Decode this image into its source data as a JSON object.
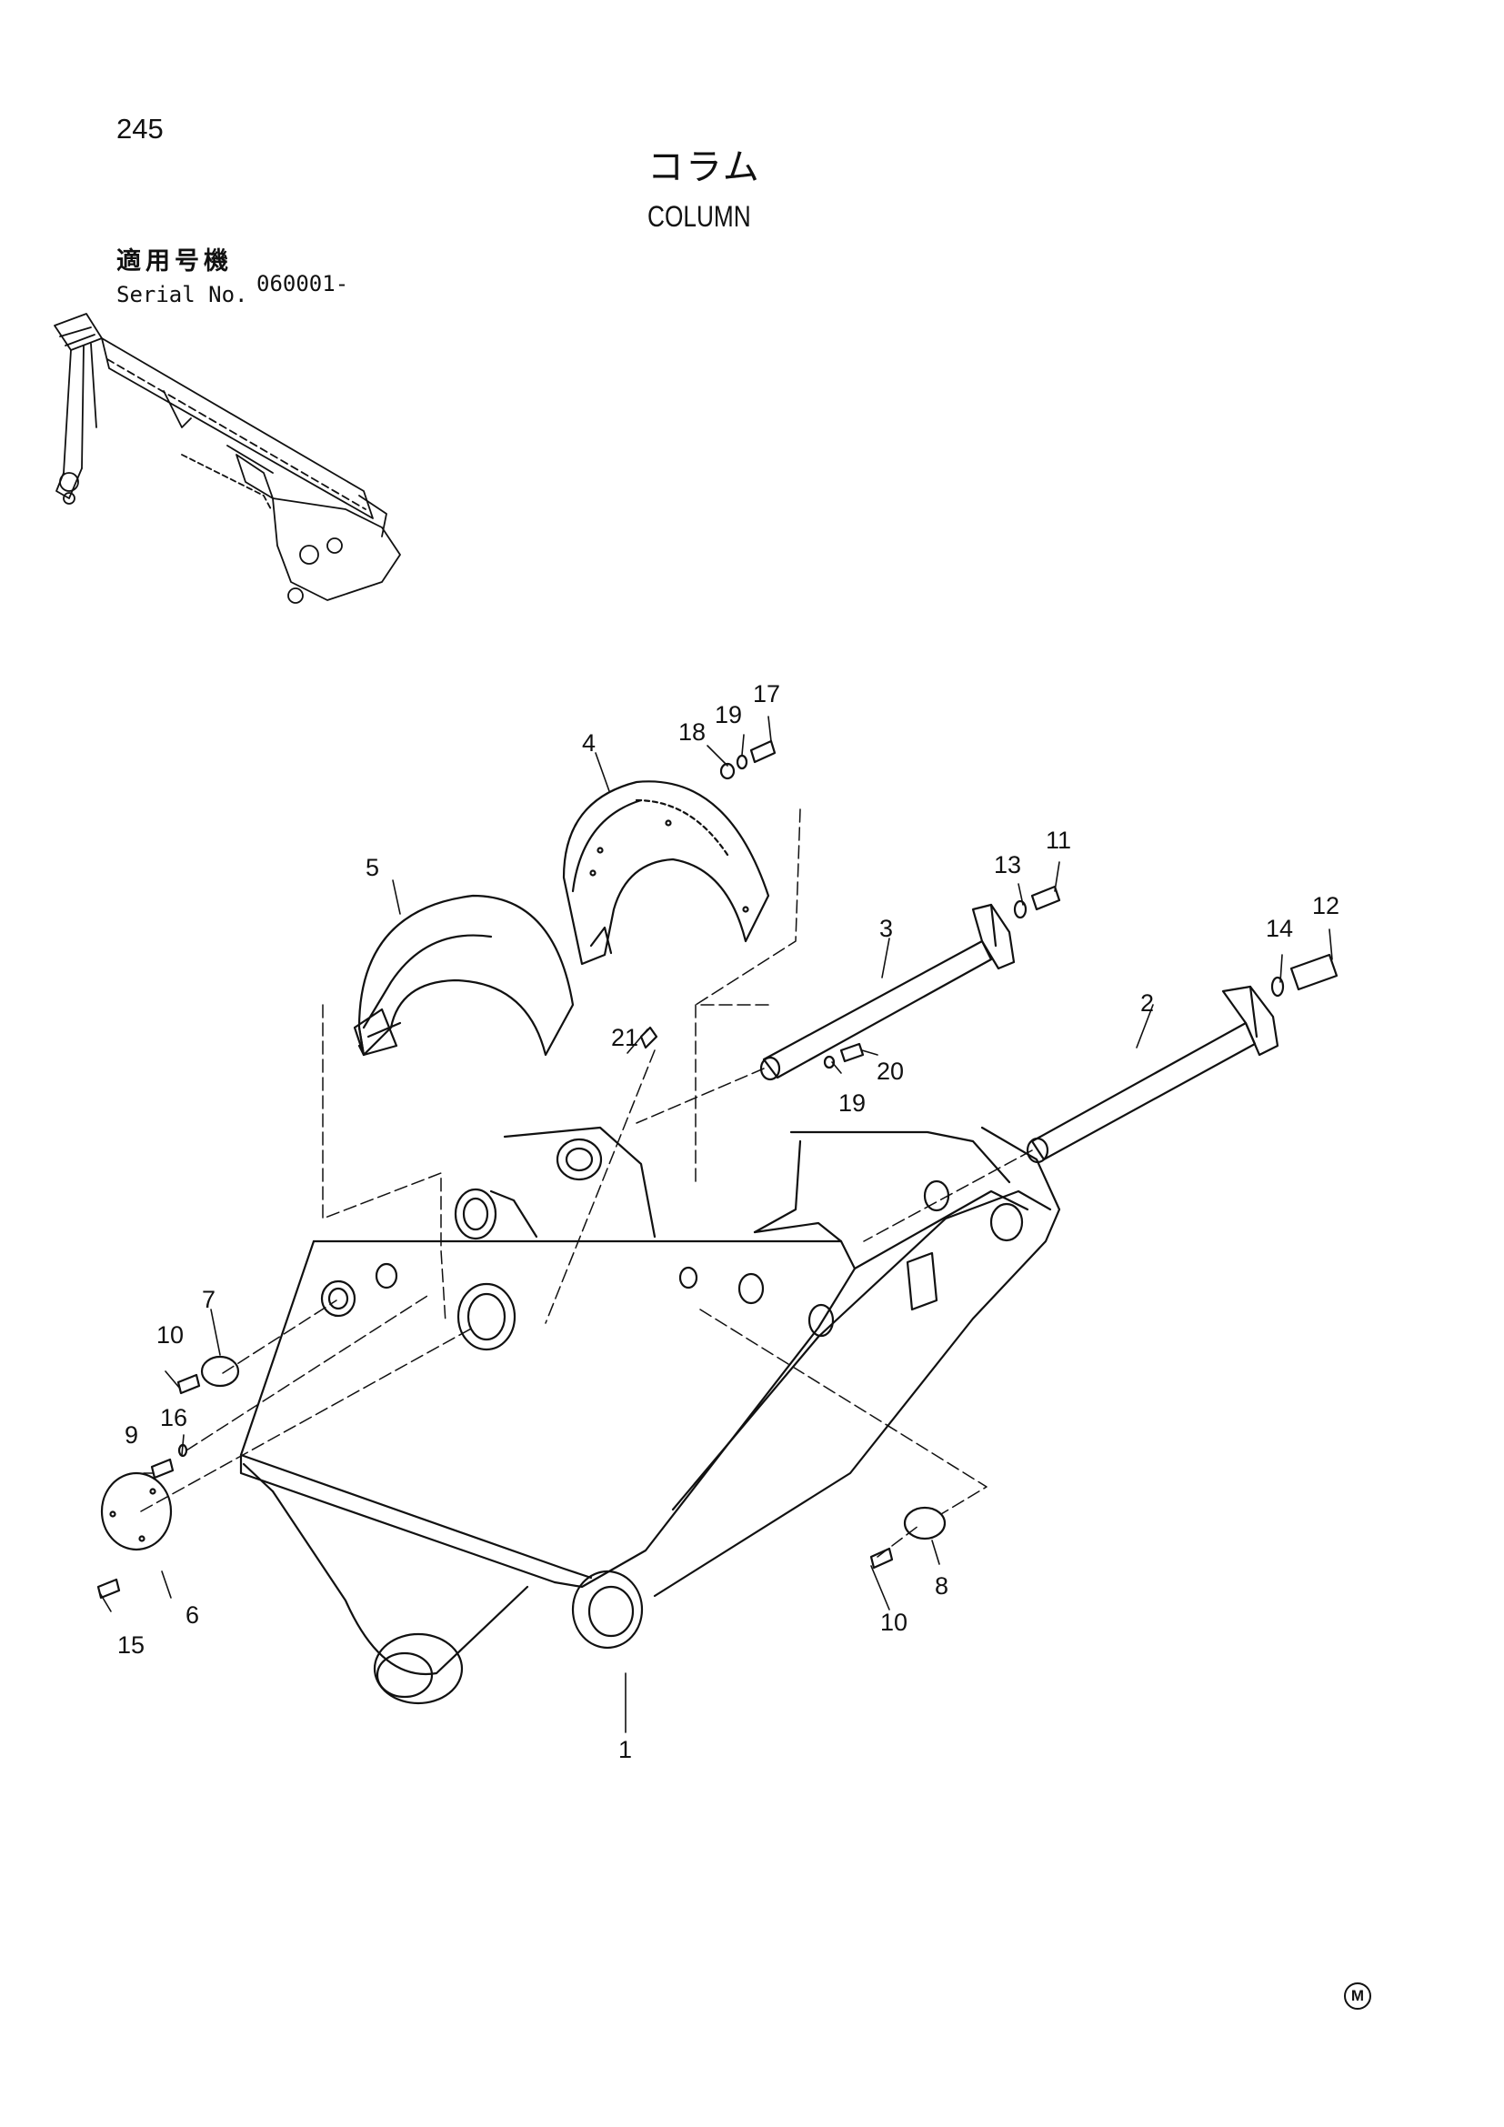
{
  "header": {
    "page_number": "245",
    "title_jp": "コラム",
    "title_en": "COLUMN",
    "serial_label_jp": "適用号機",
    "serial_label_en": "Serial No.",
    "serial_value": "060001-"
  },
  "diagram": {
    "callouts": {
      "c1": "1",
      "c2": "2",
      "c3": "3",
      "c4": "4",
      "c5": "5",
      "c6": "6",
      "c7": "7",
      "c8": "8",
      "c9": "9",
      "c10a": "10",
      "c10b": "10",
      "c11": "11",
      "c12": "12",
      "c13": "13",
      "c14": "14",
      "c15": "15",
      "c16": "16",
      "c17": "17",
      "c18": "18",
      "c19a": "19",
      "c19b": "19",
      "c20": "20",
      "c21": "21"
    }
  },
  "footer": {
    "mark": "M"
  },
  "colors": {
    "ink": "#111111",
    "paper": "#ffffff"
  }
}
